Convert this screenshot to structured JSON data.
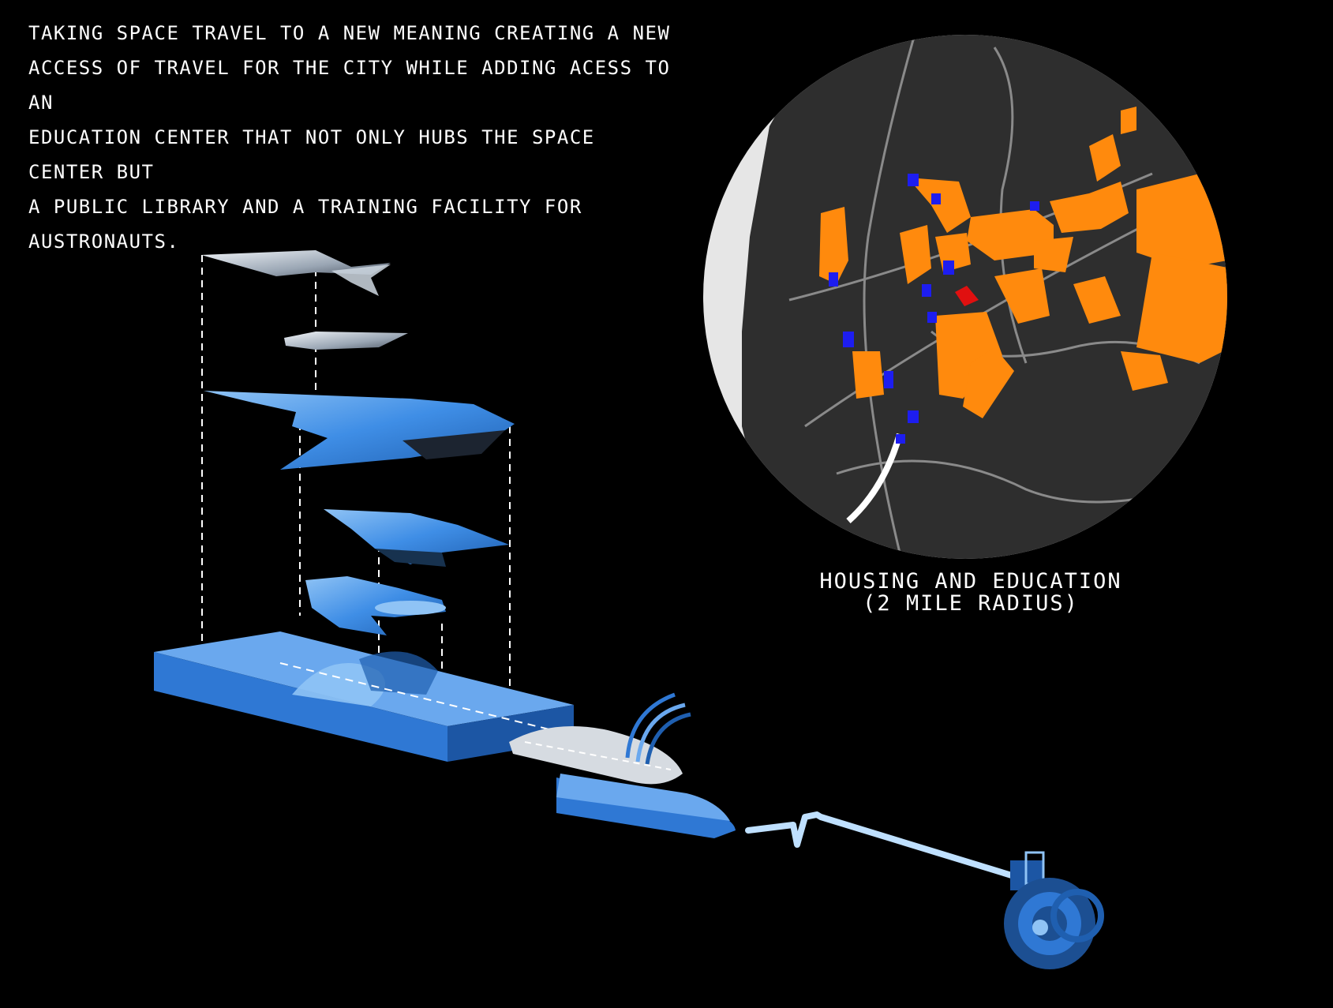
{
  "intro_text": "TAKING SPACE TRAVEL TO A NEW MEANING CREATING A NEW\nACCESS  OF TRAVEL FOR THE CITY WHILE ADDING ACESS TO AN\nEDUCATION CENTER THAT NOT ONLY HUBS THE SPACE CENTER BUT\nA PUBLIC LIBRARY AND A TRAINING FACILITY FOR\nAUSTRONAUTS.",
  "map": {
    "caption_line1": "HOUSING AND EDUCATION",
    "caption_line2": "(2 MILE RADIUS)",
    "colors": {
      "housing": "#ff8a0d",
      "education": "#1d1df0",
      "highlight": "#e01010",
      "base": "#2e2e2e",
      "outside": "#e6e6e6",
      "roads": "#8a8a8a"
    }
  },
  "model_colors": {
    "primary": "#3f8ee6",
    "light": "#8fc3f5",
    "shade": "#1f5fb0",
    "guide_lines": "#ffffff"
  }
}
